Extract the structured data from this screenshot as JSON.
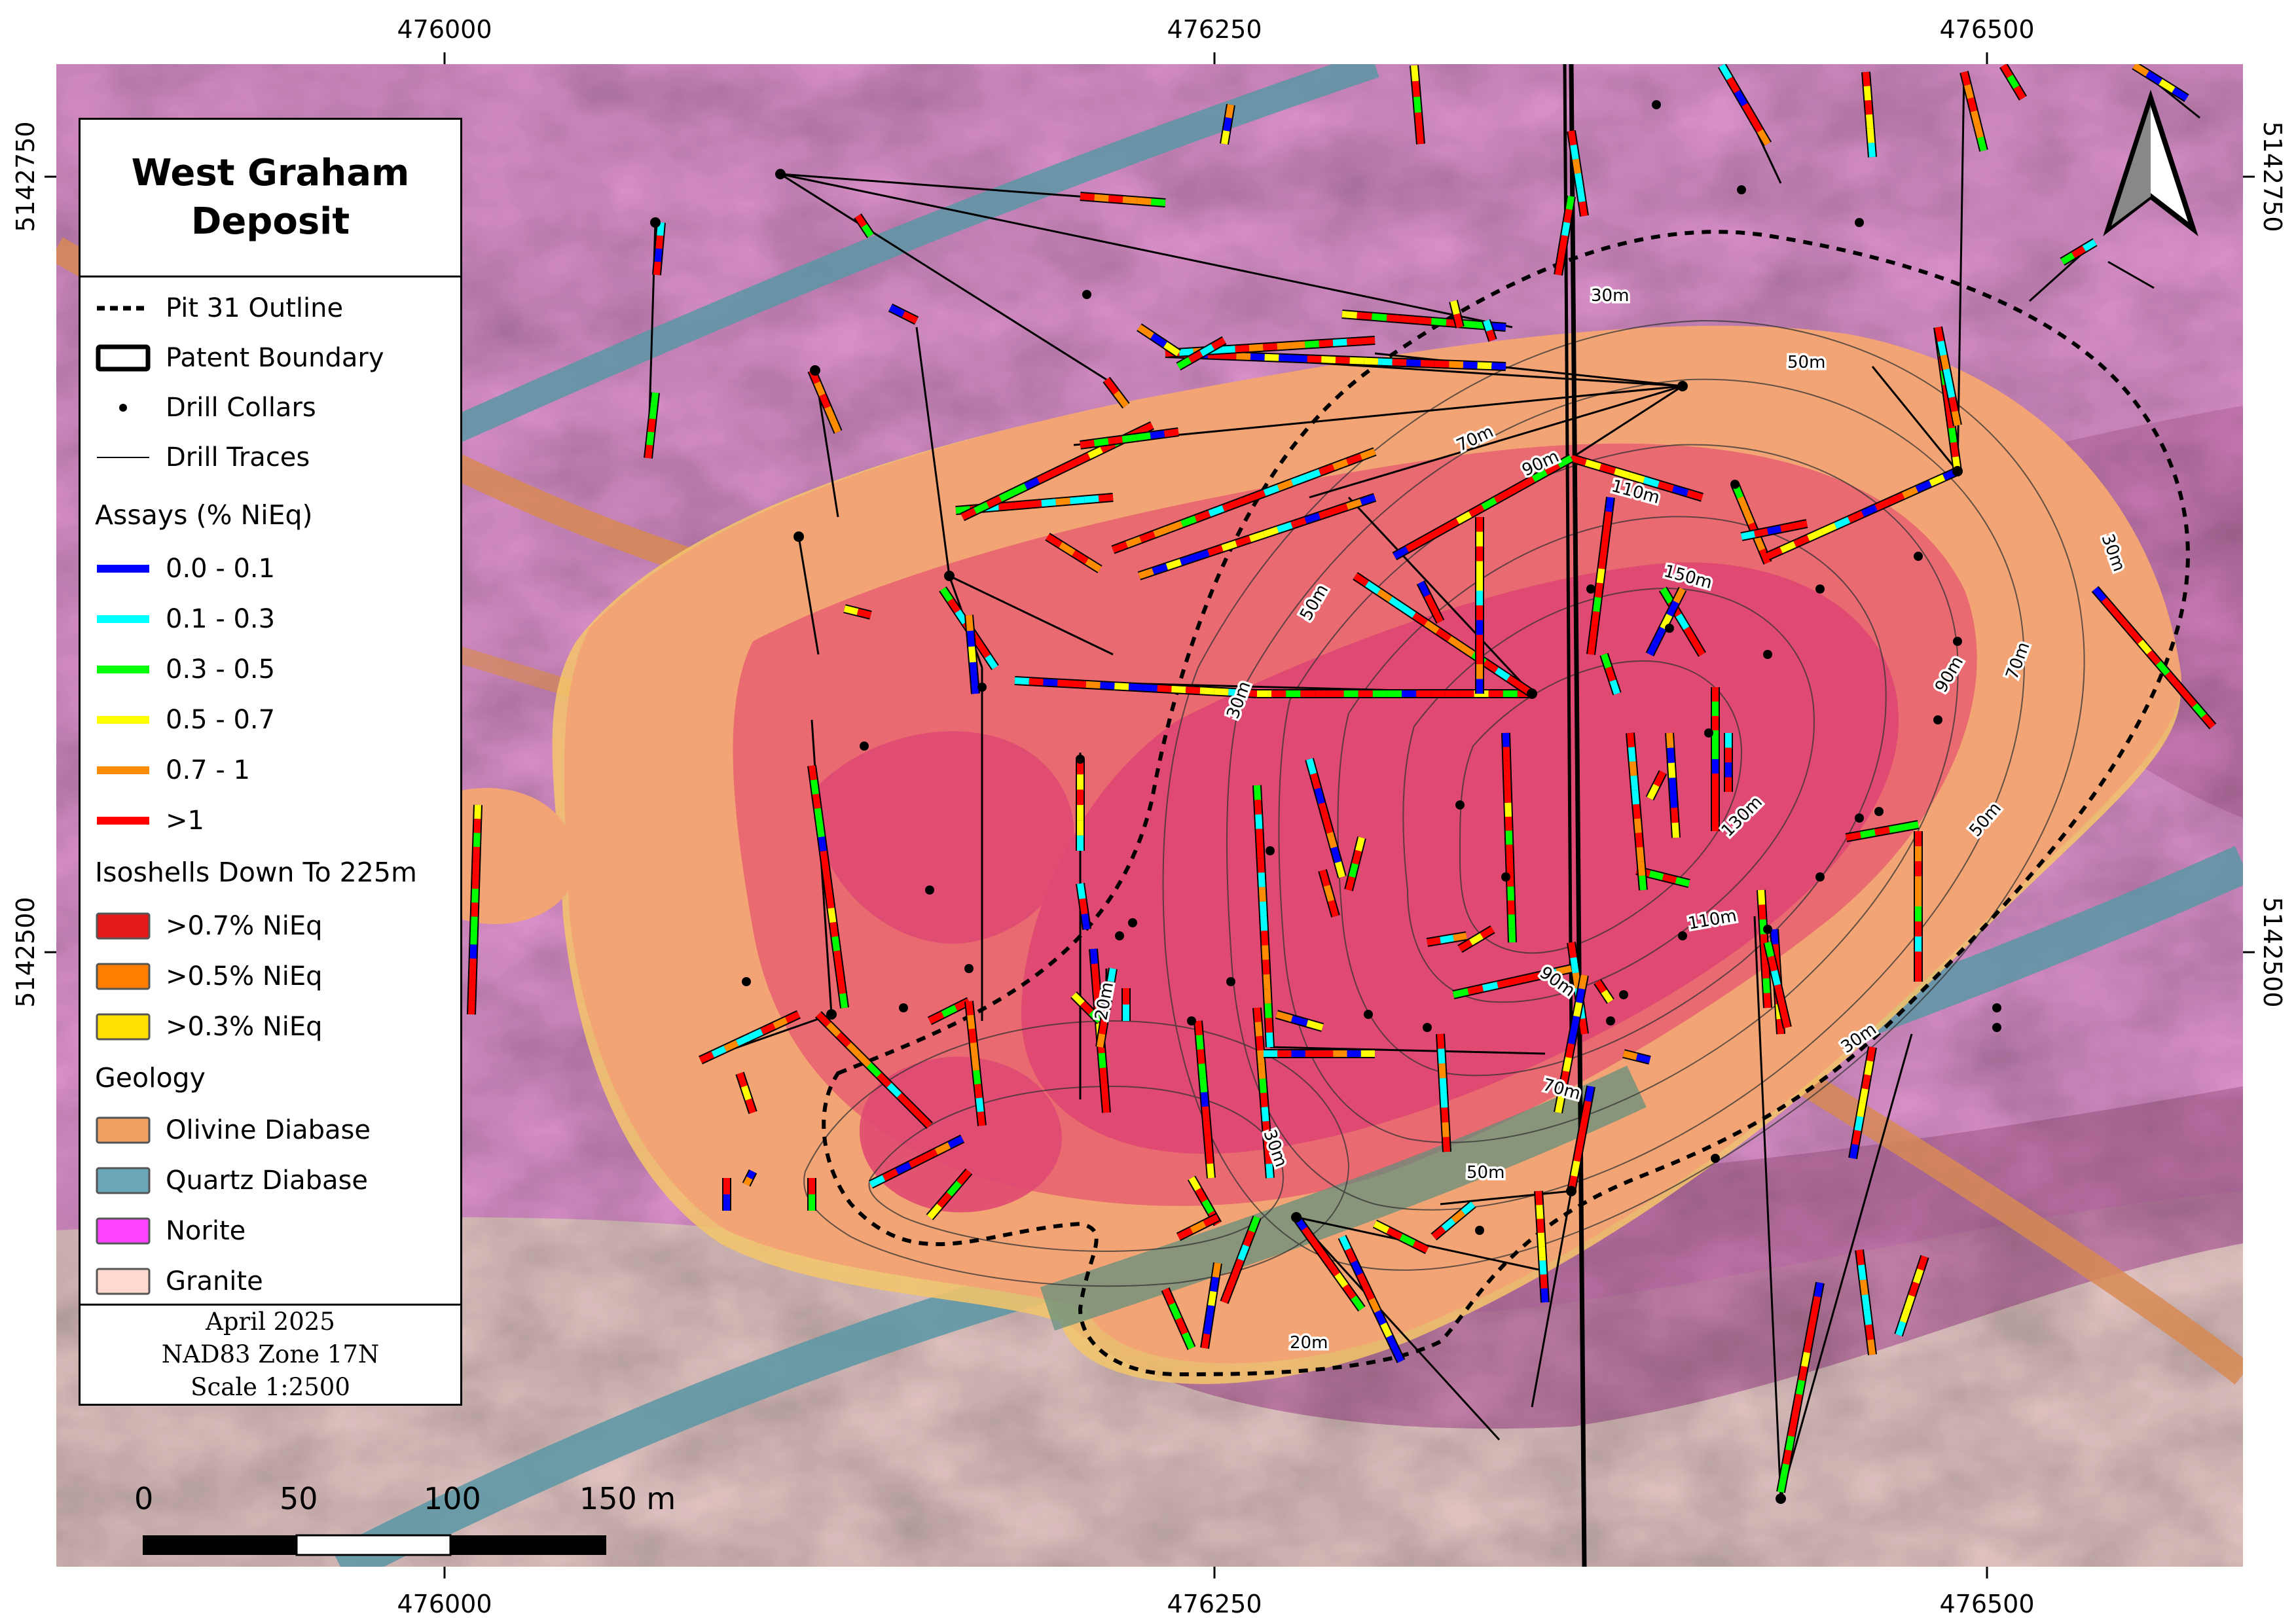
{
  "title_lines": [
    "West Graham",
    "Deposit"
  ],
  "legend": {
    "pit_outline": "Pit 31 Outline",
    "patent_boundary": "Patent Boundary",
    "drill_collars": "Drill Collars",
    "drill_traces": "Drill Traces",
    "assays_heading": "Assays (% NiEq)",
    "assays": [
      {
        "label": "0.0 - 0.1",
        "color": "#0000ff"
      },
      {
        "label": "0.1 - 0.3",
        "color": "#00ffff"
      },
      {
        "label": "0.3 - 0.5",
        "color": "#00ff00"
      },
      {
        "label": "0.5 - 0.7",
        "color": "#ffff00"
      },
      {
        "label": "0.7 - 1",
        "color": "#ff8c00"
      },
      {
        "label": ">1",
        "color": "#ff0000"
      }
    ],
    "isoshells_heading": "Isoshells Down To 225m",
    "isoshells": [
      {
        "label": ">0.7% NiEq",
        "color": "#e31a1c"
      },
      {
        "label": ">0.5% NiEq",
        "color": "#ff7f00"
      },
      {
        "label": ">0.3% NiEq",
        "color": "#ffe000"
      }
    ],
    "geology_heading": "Geology",
    "geology": [
      {
        "label": "Olivine Diabase",
        "color": "#f0a060"
      },
      {
        "label": "Quartz Diabase",
        "color": "#6aa8b8"
      },
      {
        "label": "Norite",
        "color": "#ff44ff"
      },
      {
        "label": "Granite",
        "color": "#ffd8d0"
      }
    ]
  },
  "footer": {
    "date": "April 2025",
    "projection": "NAD83 Zone 17N",
    "scale": "Scale 1:2500"
  },
  "grid": {
    "eastings": [
      "476000",
      "476250",
      "476500"
    ],
    "northings": [
      "5142750",
      "5142500"
    ]
  },
  "scale_bar": {
    "labels": [
      "0",
      "50",
      "100",
      "150 m"
    ]
  },
  "contour_labels": [
    "30m",
    "50m",
    "70m",
    "90m",
    "110m",
    "150m",
    "130m",
    "20m"
  ],
  "colors": {
    "norite": "#d88fc8",
    "granite": "#dfc2c0",
    "olivine_diabase": "#d78a54",
    "quartz_diabase": "#5a97a6",
    "isoshell_05": "#f2a474",
    "isoshell_07": "#e96a70",
    "isoshell_high": "#e04a72"
  }
}
